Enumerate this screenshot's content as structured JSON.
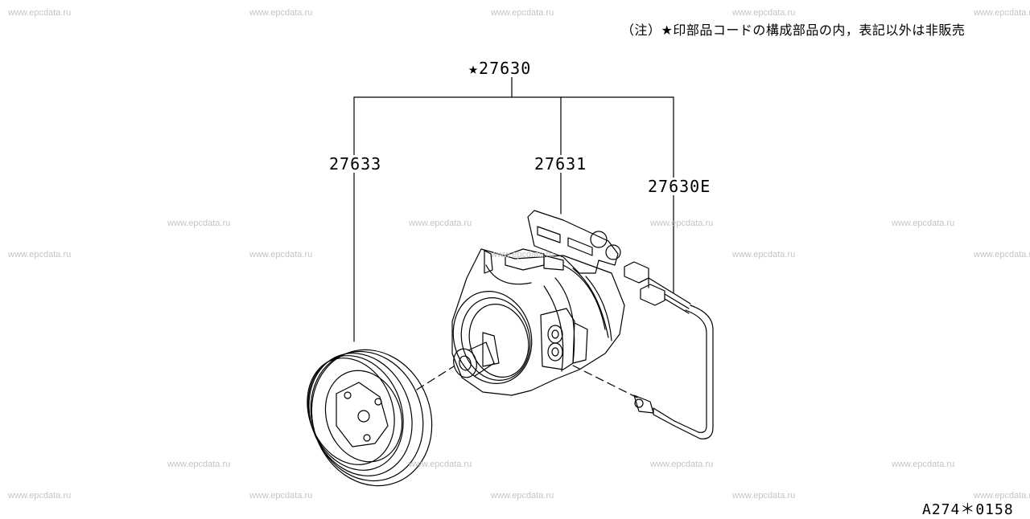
{
  "watermark": "www.epcdata.ru",
  "note": "（注）★印部品コードの構成部品の内，表記以外は非販売",
  "assembly": {
    "label": "★27630"
  },
  "parts": [
    {
      "label": "27633"
    },
    {
      "label": "27631"
    },
    {
      "label": "27630E"
    }
  ],
  "figure_code": "A274＊0158",
  "colors": {
    "line": "#000000",
    "watermark": "#c4c4c4",
    "background": "#ffffff"
  }
}
